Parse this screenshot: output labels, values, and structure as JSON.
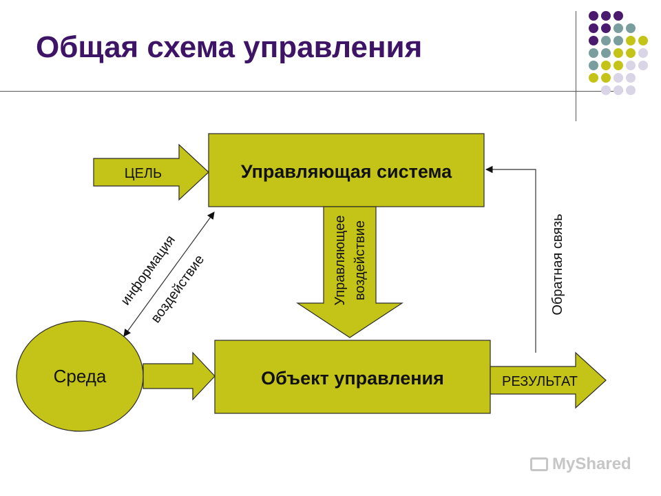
{
  "title": "Общая схема управления",
  "colors": {
    "title": "#3d1466",
    "block_fill": "#c4c418",
    "outline": "#2a2a2a",
    "dot_purple": "#4a1a6e",
    "dot_teal": "#7a9e9e",
    "dot_olive": "#c4c418",
    "dot_lavender": "#d9d4e6"
  },
  "diagram": {
    "control_system": "Управляющая система",
    "control_object": "Объект управления",
    "environment": "Среда",
    "goal": "ЦЕЛЬ",
    "result": "РЕЗУЛЬТАТ",
    "control_action_line1": "Управляющее",
    "control_action_line2": "воздействие",
    "information": "информация",
    "influence": "воздействие",
    "feedback": "Обратная связь"
  },
  "watermark": "MyShared"
}
